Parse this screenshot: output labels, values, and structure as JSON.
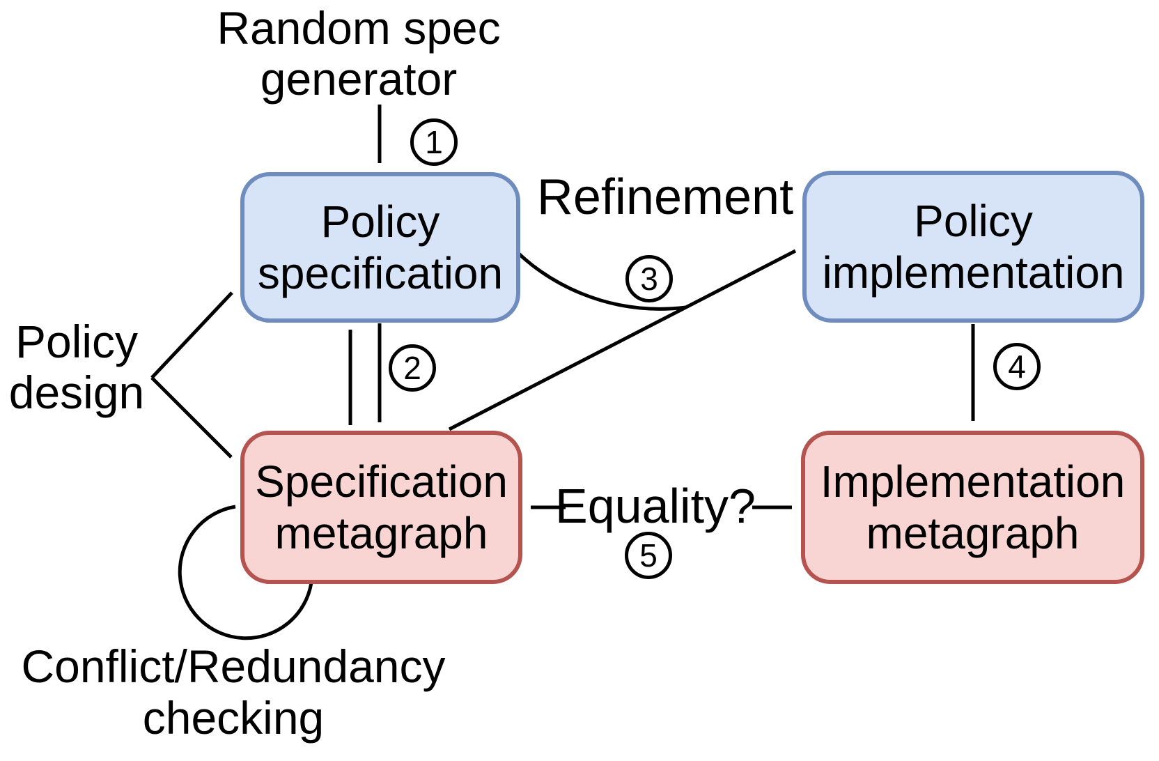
{
  "nodes": {
    "policy_specification": {
      "line1": "Policy",
      "line2": "specification"
    },
    "policy_implementation": {
      "line1": "Policy",
      "line2": "implementation"
    },
    "specification_metagraph": {
      "line1": "Specification",
      "line2": "metagraph"
    },
    "implementation_metagraph": {
      "line1": "Implementation",
      "line2": "metagraph"
    }
  },
  "labels": {
    "random_spec_generator": {
      "line1": "Random spec",
      "line2": "generator"
    },
    "policy_design": {
      "line1": "Policy",
      "line2": "design"
    },
    "refinement": "Refinement",
    "equality": "Equality?",
    "conflict_checking": {
      "line1": "Conflict/Redundancy",
      "line2": "checking"
    }
  },
  "steps": {
    "s1": "1",
    "s2": "2",
    "s3": "3",
    "s4": "4",
    "s5": "5"
  },
  "colors": {
    "node_blue_fill": "#d7e4f7",
    "node_blue_border": "#6e8cbe",
    "node_red_fill": "#f8d5d3",
    "node_red_border": "#b5534e",
    "line": "#000000"
  }
}
